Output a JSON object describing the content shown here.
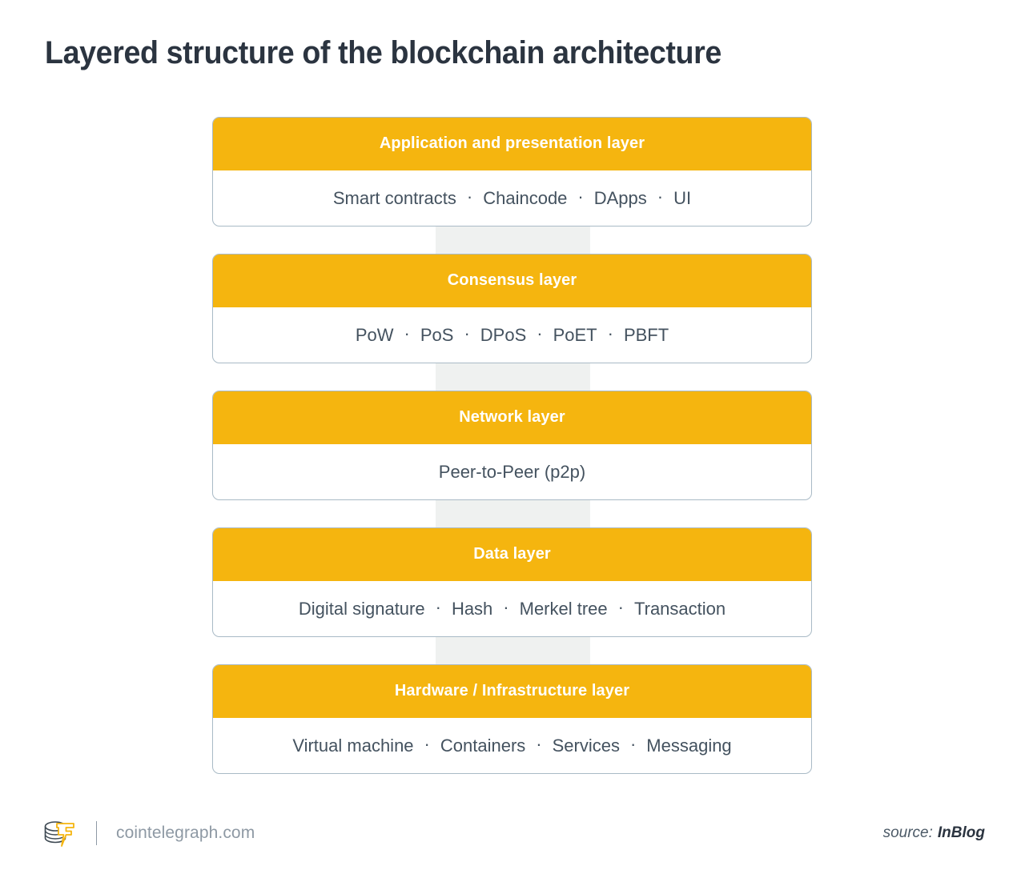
{
  "page": {
    "title": "Layered structure of the blockchain architecture",
    "background_color": "#ffffff",
    "accent_color": "#f5b50f",
    "border_color": "#a9bac6",
    "text_color": "#44525f",
    "connector_color": "#eff1f0"
  },
  "diagram": {
    "type": "layered-stack",
    "separator": "·",
    "layers": [
      {
        "header": "Application and presentation layer",
        "items": [
          "Smart contracts",
          "Chaincode",
          "DApps",
          "UI"
        ]
      },
      {
        "header": "Consensus layer",
        "items": [
          "PoW",
          "PoS",
          "DPoS",
          "PoET",
          "PBFT"
        ]
      },
      {
        "header": "Network layer",
        "items": [
          "Peer-to-Peer (p2p)"
        ]
      },
      {
        "header": "Data layer",
        "items": [
          "Digital signature",
          "Hash",
          "Merkel tree",
          "Transaction"
        ]
      },
      {
        "header": "Hardware / Infrastructure layer",
        "items": [
          "Virtual machine",
          "Containers",
          "Services",
          "Messaging"
        ]
      }
    ]
  },
  "footer": {
    "logo_icon": "cointelegraph-logo-icon",
    "site": "cointelegraph.com",
    "source_label": "source:",
    "source_name": "InBlog"
  }
}
